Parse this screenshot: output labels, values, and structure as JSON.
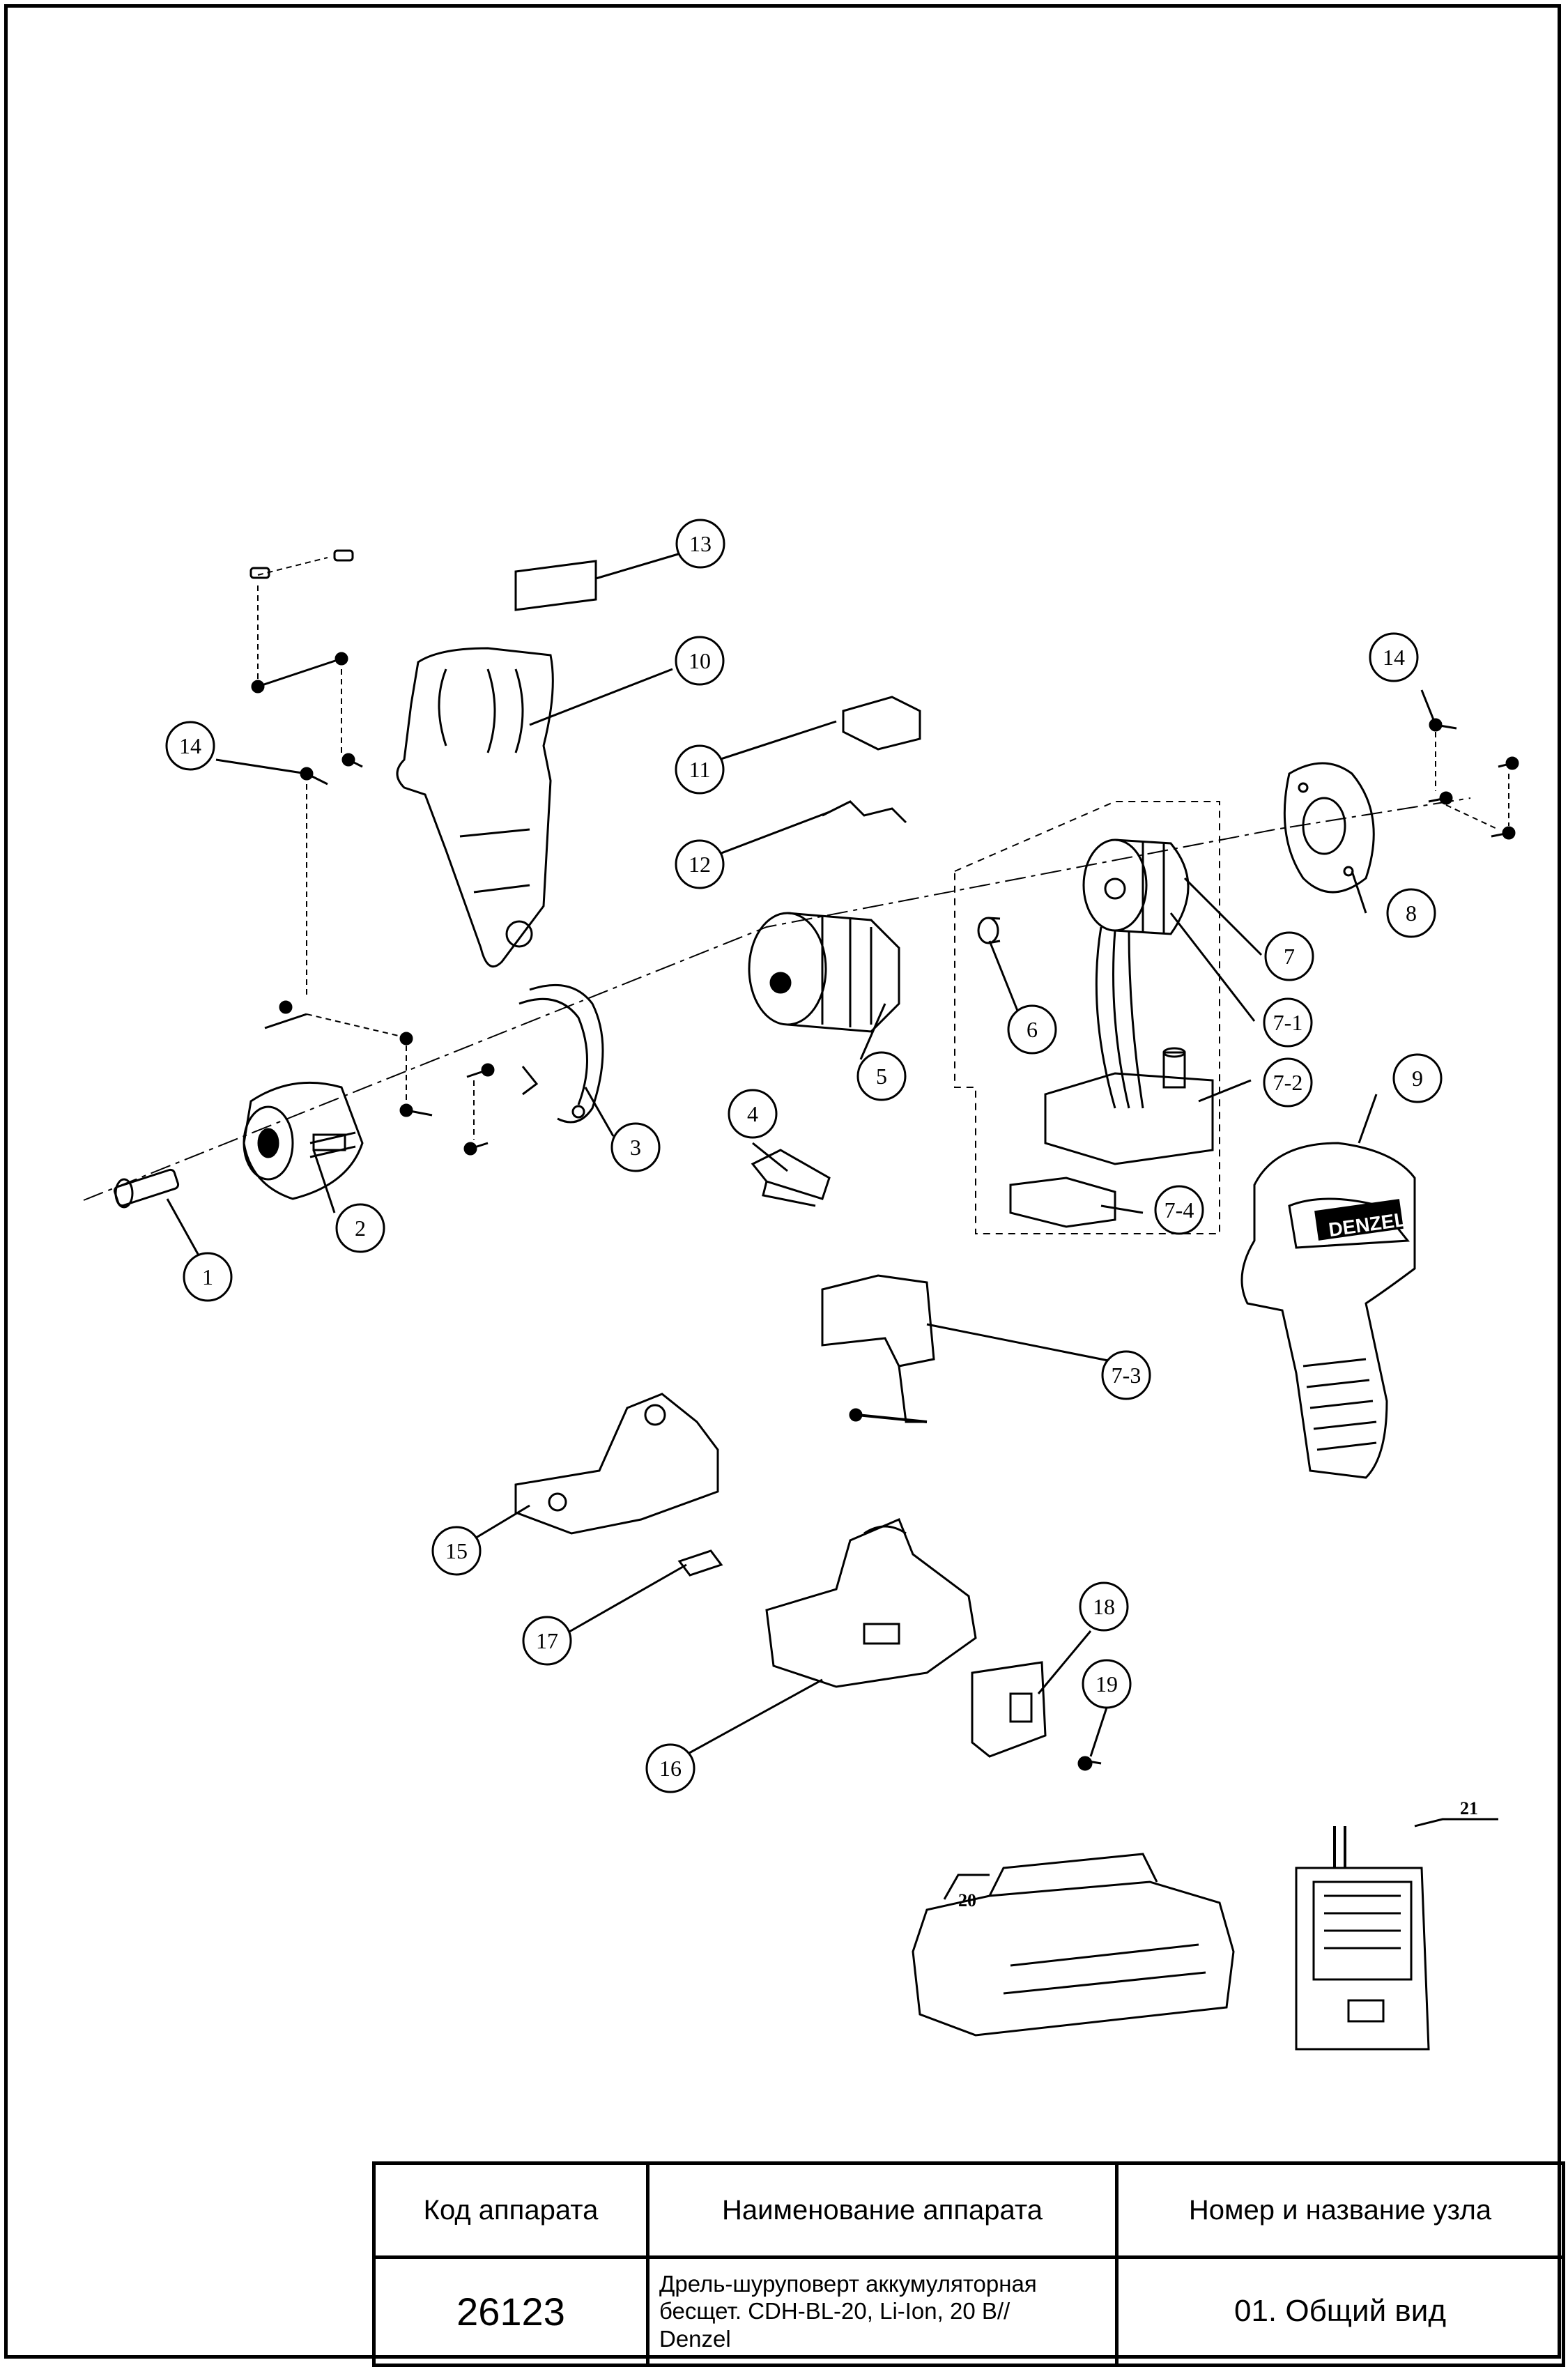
{
  "diagram": {
    "callouts": [
      "1",
      "2",
      "3",
      "4",
      "5",
      "6",
      "7",
      "7-1",
      "7-2",
      "7-3",
      "7-4",
      "8",
      "9",
      "10",
      "11",
      "12",
      "13",
      "14",
      "14",
      "15",
      "16",
      "17",
      "18",
      "19",
      "20",
      "21"
    ],
    "logo_text": "DENZEL"
  },
  "title_block": {
    "headers": {
      "code": "Код аппарата",
      "name": "Наименование аппарата",
      "node": "Номер и название узла"
    },
    "code": "26123",
    "name_lines": [
      "Дрель-шуруповерт аккумуляторная",
      "бесщет. CDH-BL-20, Li-Ion, 20 В//",
      "Denzel"
    ],
    "node": "01. Общий вид"
  }
}
